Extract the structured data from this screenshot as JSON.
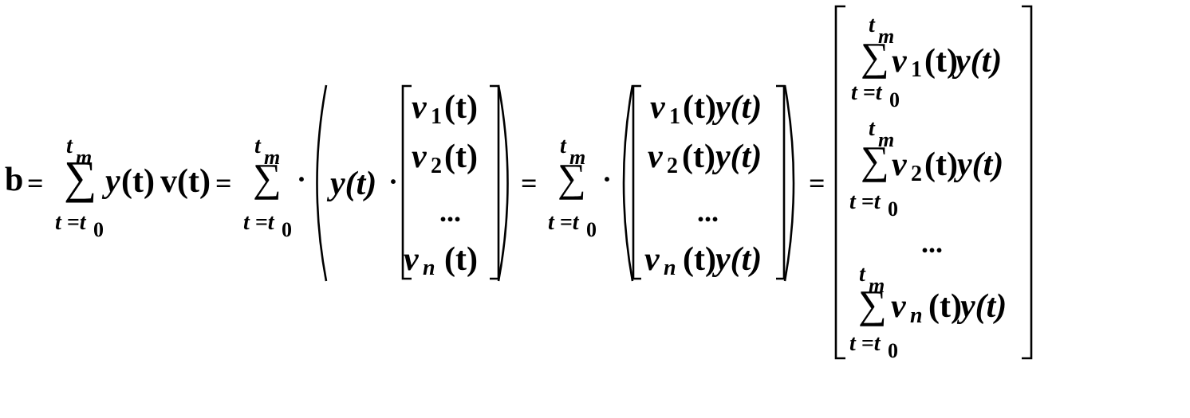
{
  "equation": {
    "lhs": "b",
    "eq1": "=",
    "eq2": "=",
    "eq3": "=",
    "eq4": "=",
    "sum_symbol": "∑",
    "sum_upper": "t",
    "sum_upper_sub": "m",
    "sum_lower": "t =t",
    "sum_lower_sub": "0",
    "cdot": "·",
    "dots": "...",
    "term1": {
      "y": "y",
      "t": "(t)",
      "v": "v",
      "t2": "(t)"
    },
    "term2": {
      "y_factor": "y(t)",
      "vector": [
        {
          "v": "v",
          "sub": "1",
          "arg": "(t)"
        },
        {
          "v": "v",
          "sub": "2",
          "arg": "(t)"
        },
        {
          "v": "v",
          "sub": "n",
          "arg": "(t)"
        }
      ]
    },
    "term3": {
      "vector": [
        {
          "v": "v",
          "sub": "1",
          "arg": "(t)",
          "y": "y(t)"
        },
        {
          "v": "v",
          "sub": "2",
          "arg": "(t)",
          "y": "y(t)"
        },
        {
          "v": "v",
          "sub": "n",
          "arg": "(t)",
          "y": "y(t)"
        }
      ]
    },
    "term4": {
      "entries": [
        {
          "v": "v",
          "sub": "1",
          "arg": "(t)",
          "y": "y(t)"
        },
        {
          "v": "v",
          "sub": "2",
          "arg": "(t)",
          "y": "y(t)"
        },
        {
          "v": "v",
          "sub": "n",
          "arg": "(t)",
          "y": "y(t)"
        }
      ]
    }
  }
}
